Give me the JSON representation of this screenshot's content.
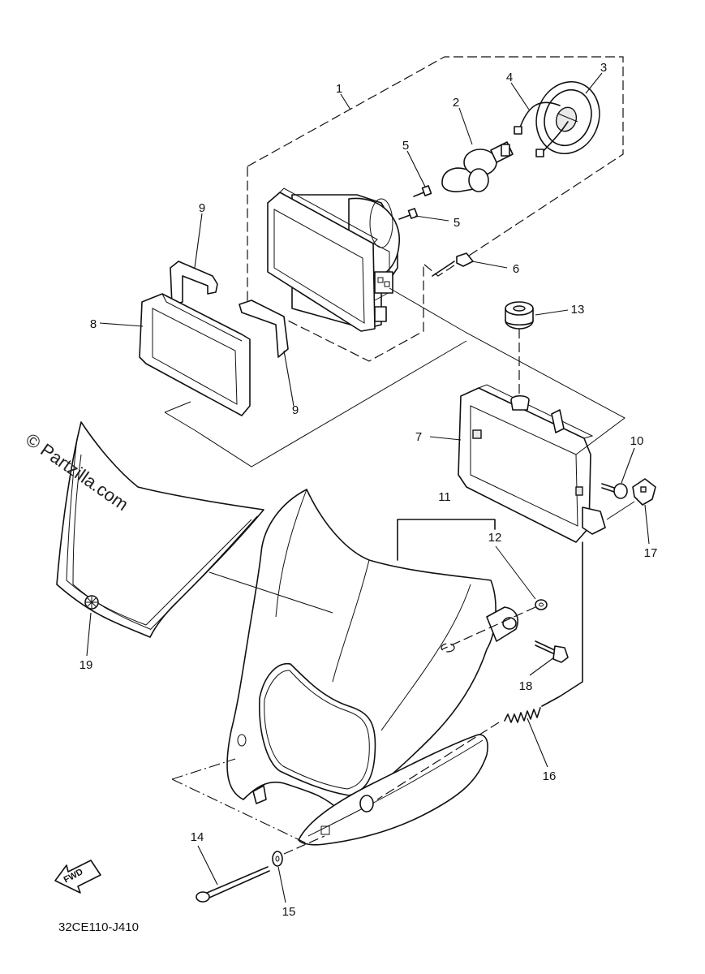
{
  "watermark": "© Partzilla.com",
  "diagram_code": "32CE110-J410",
  "fwd_label": "FWD",
  "callouts": [
    {
      "id": "1",
      "label": "1"
    },
    {
      "id": "2",
      "label": "2"
    },
    {
      "id": "3",
      "label": "3"
    },
    {
      "id": "4",
      "label": "4"
    },
    {
      "id": "5a",
      "label": "5"
    },
    {
      "id": "5b",
      "label": "5"
    },
    {
      "id": "6",
      "label": "6"
    },
    {
      "id": "7",
      "label": "7"
    },
    {
      "id": "8",
      "label": "8"
    },
    {
      "id": "9a",
      "label": "9"
    },
    {
      "id": "9b",
      "label": "9"
    },
    {
      "id": "10",
      "label": "10"
    },
    {
      "id": "11",
      "label": "11"
    },
    {
      "id": "12",
      "label": "12"
    },
    {
      "id": "13",
      "label": "13"
    },
    {
      "id": "14",
      "label": "14"
    },
    {
      "id": "15",
      "label": "15"
    },
    {
      "id": "16",
      "label": "16"
    },
    {
      "id": "17",
      "label": "17"
    },
    {
      "id": "18",
      "label": "18"
    },
    {
      "id": "19",
      "label": "19"
    }
  ]
}
